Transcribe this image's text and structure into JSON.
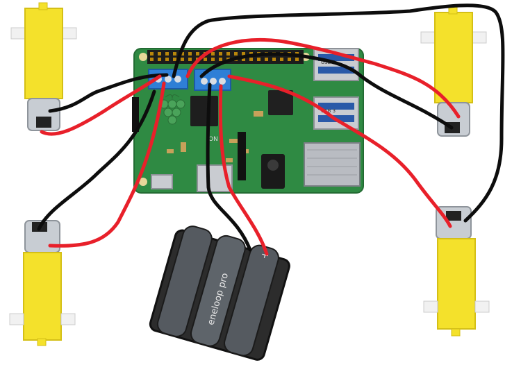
{
  "colors": {
    "background": "#ffffff",
    "wire_red": "#e8202a",
    "wire_black": "#0d0d0d",
    "pcb_green": "#2f8a43",
    "motor_yellow": "#f4e12b",
    "driver_blue": "#2f7fd6",
    "battery_gray": "#2c2c2c",
    "usb_silver": "#c9ccd1"
  },
  "board": {
    "chip_label": "ON",
    "usb_top_label": "USB 2",
    "usb_bottom_label": "USB 3"
  },
  "battery": {
    "cell_brand": "eneloop pro",
    "polarity_plus": "+"
  }
}
